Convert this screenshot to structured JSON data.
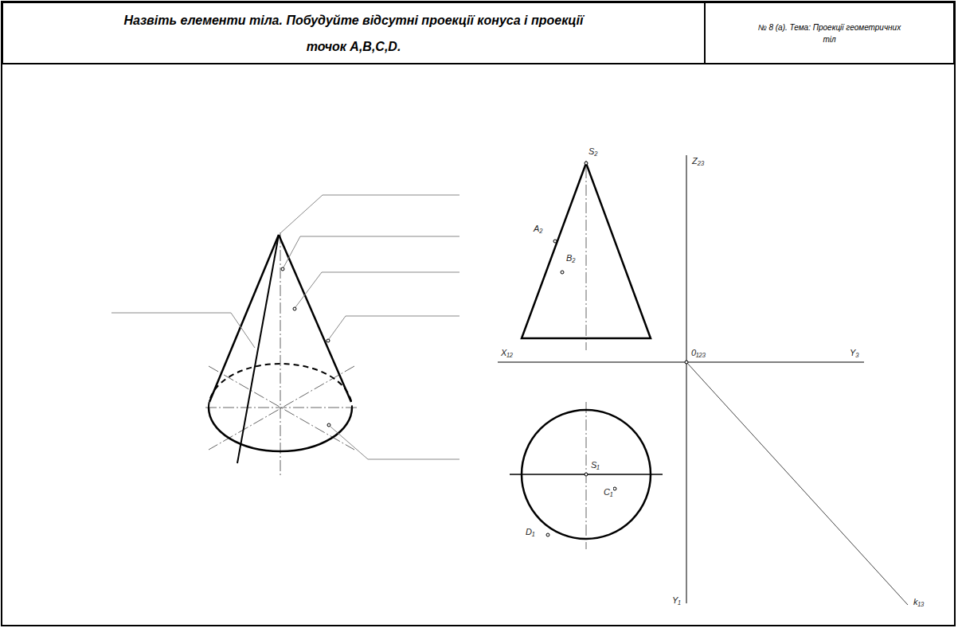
{
  "diagram": {
    "nodes": [
      {
        "text": [
          "Назвіть елементи тіла. Побудуйте відсутні проекції конуса і проекції точок A,B,C,D."
        ]
      },
      {
        "text": [
          "№ 8 (а). Тема: Проекції геометричних тіл"
        ]
      }
    ],
    "labels": [
      "S₂",
      "A₂",
      "B₂",
      "Z₂₃",
      "X₁₂",
      "0₁₂₃",
      "Y₃",
      "S₁",
      "C₁",
      "D₁",
      "Y₁",
      "k₁₃"
    ]
  }
}
